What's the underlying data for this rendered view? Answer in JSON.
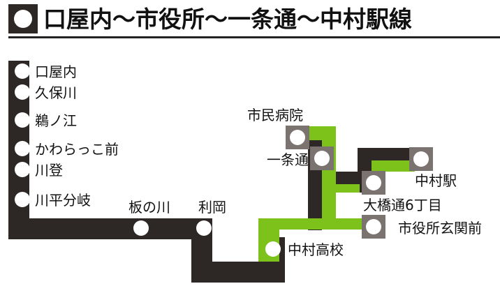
{
  "title": "口屋内～市役所～一条通～中村駅線",
  "colors": {
    "route_dark": "#2d2826",
    "route_green": "#7cc21a",
    "stop_box_gray": "#7a7370",
    "stop_fill": "#ffffff",
    "text": "#111111"
  },
  "stops": [
    {
      "id": "kuchiyanai",
      "name": "口屋内"
    },
    {
      "id": "kubokawa",
      "name": "久保川"
    },
    {
      "id": "unonoe",
      "name": "鵜ノ江"
    },
    {
      "id": "kawarakko",
      "name": "かわらっこ前"
    },
    {
      "id": "kawanobori",
      "name": "川登"
    },
    {
      "id": "kawahira",
      "name": "川平分岐"
    },
    {
      "id": "itanokawa",
      "name": "板の川"
    },
    {
      "id": "rioka",
      "name": "利岡"
    },
    {
      "id": "nakamura_koko",
      "name": "中村高校"
    },
    {
      "id": "shiyakusho",
      "name": "市役所玄関前"
    },
    {
      "id": "ohashi",
      "name": "大橋通6丁目"
    },
    {
      "id": "nakamura_eki",
      "name": "中村駅"
    },
    {
      "id": "ichijo",
      "name": "一条通"
    },
    {
      "id": "shimin_byoin",
      "name": "市民病院"
    }
  ]
}
